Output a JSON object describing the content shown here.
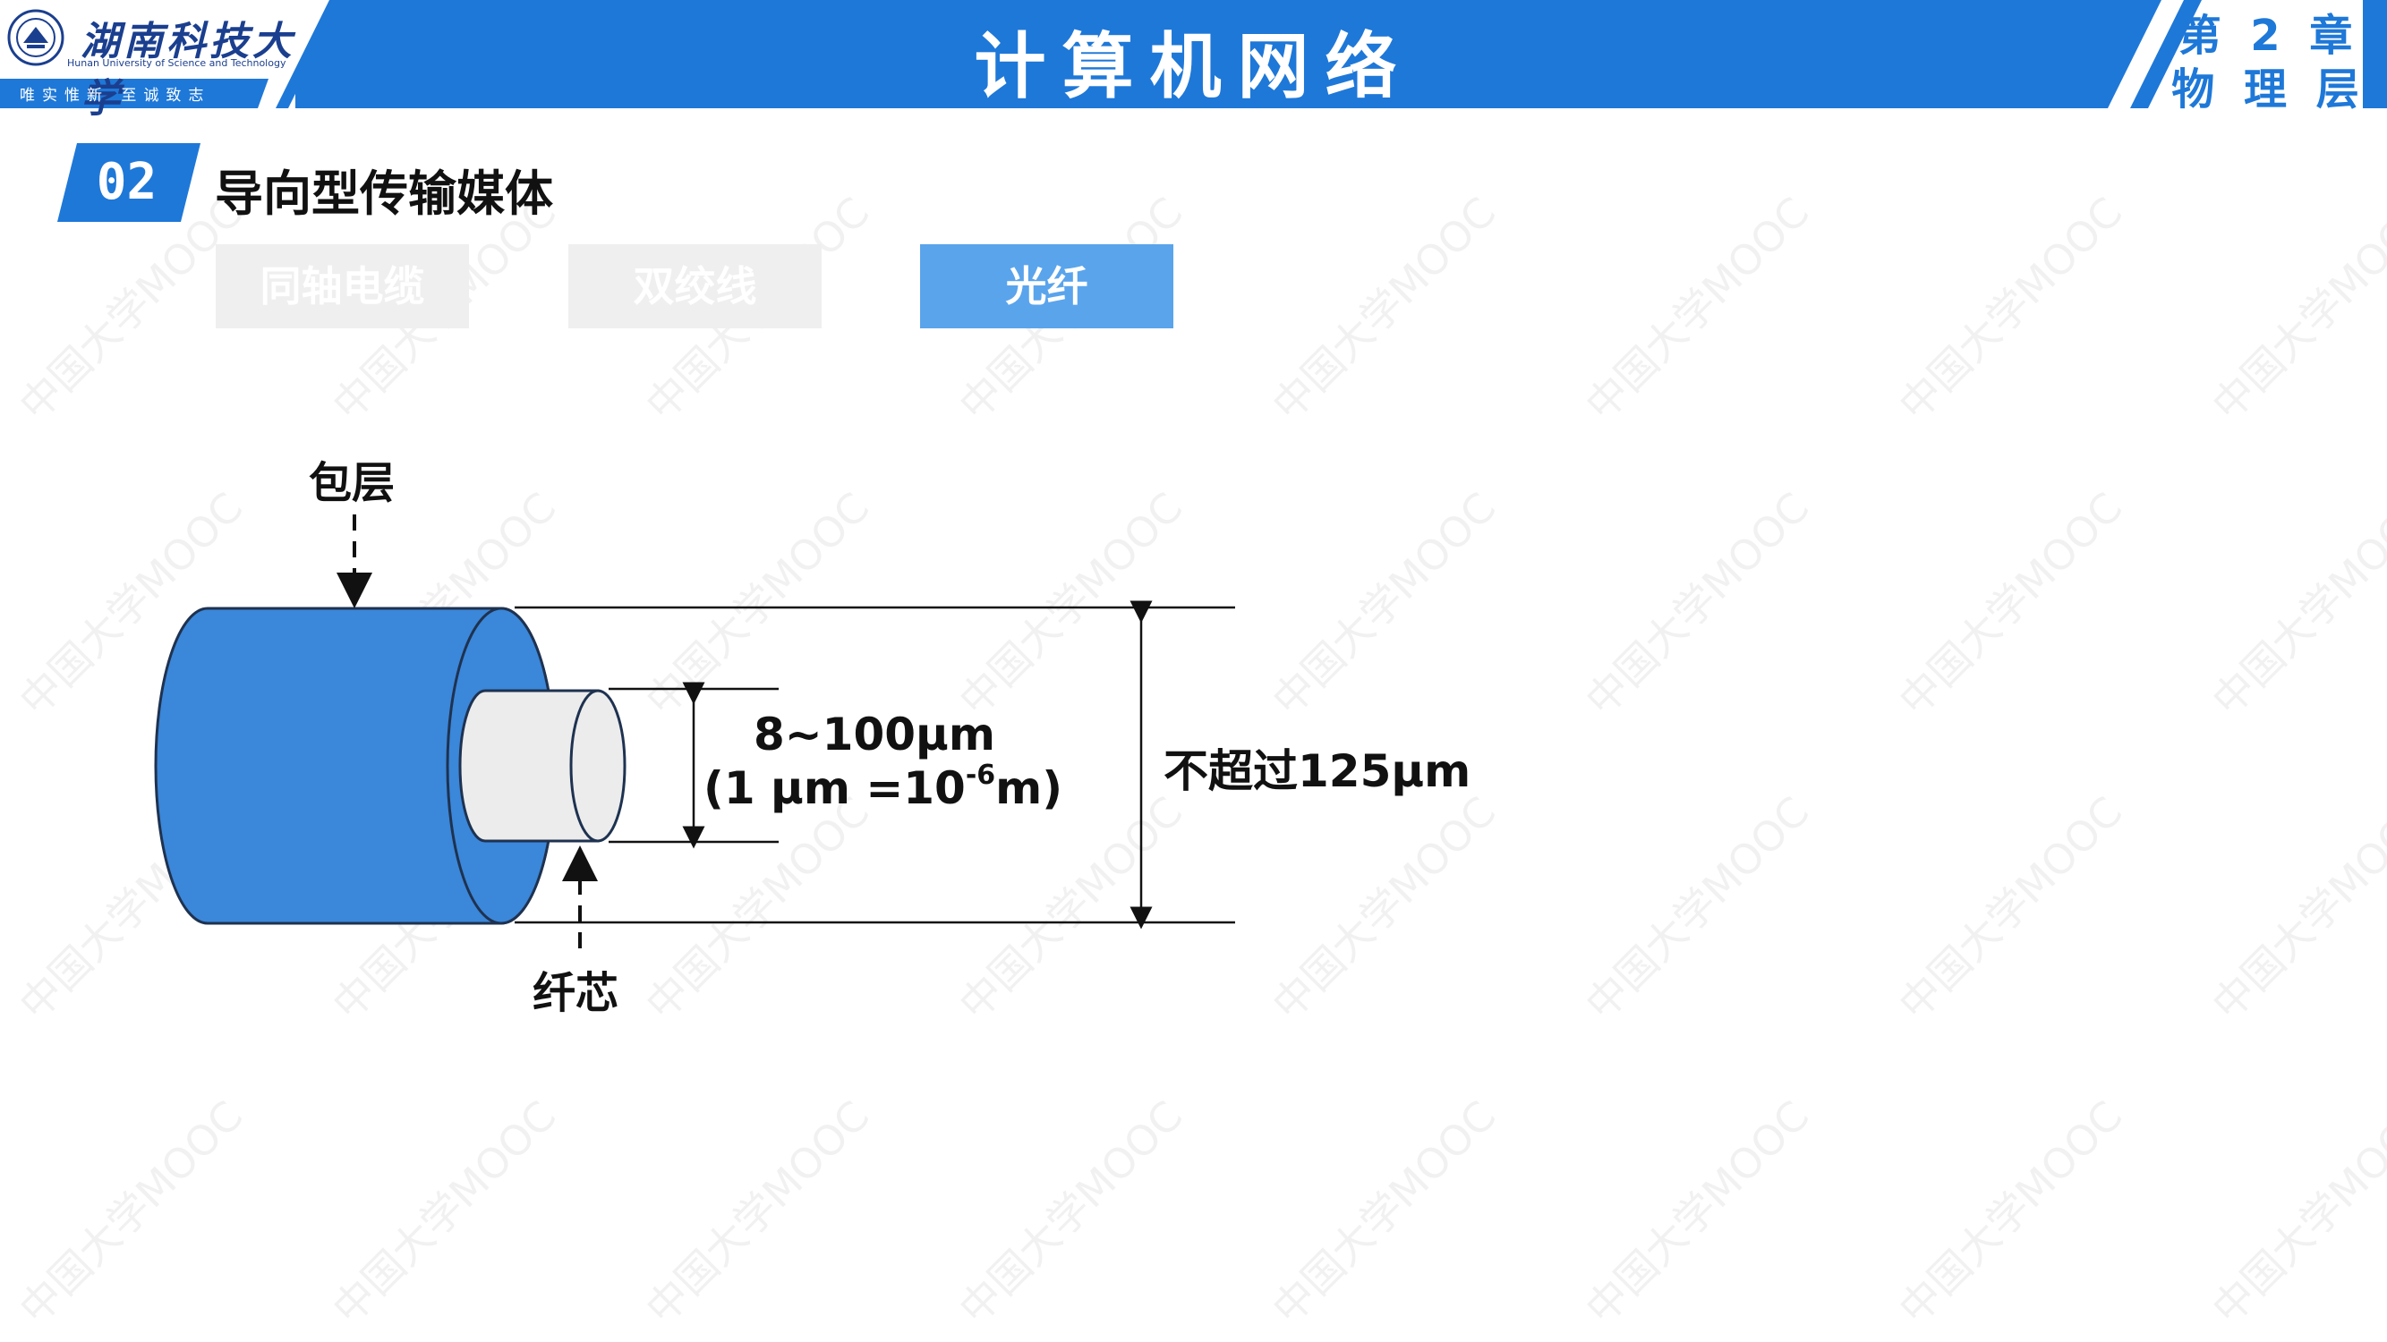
{
  "header": {
    "university_name_cn": "湖南科技大学",
    "university_name_en": "Hunan University of Science and Technology",
    "motto": "唯实惟新 至诚致志",
    "course_title": "计算机网络",
    "chapter": "第 2 章",
    "chapter_topic": "物 理 层"
  },
  "section": {
    "number": "02",
    "title": "导向型传输媒体"
  },
  "tabs": [
    {
      "label": "同轴电缆",
      "active": false
    },
    {
      "label": "双绞线",
      "active": false
    },
    {
      "label": "光纤",
      "active": true
    }
  ],
  "diagram": {
    "cladding_label": "包层",
    "core_label": "纤芯",
    "core_diameter": "8~100µm",
    "unit_note_prefix": "(1 µm =10",
    "unit_note_exp": "-6",
    "unit_note_suffix": "m)",
    "cladding_diameter": "不超过125µm"
  },
  "watermark": "中国大学MOOC",
  "colors": {
    "brand_blue": "#1e78d8",
    "active_tab": "#5aa4ec",
    "inactive_tab": "#efefef",
    "cladding_fill": "#3b87d9",
    "core_fill": "#ececec"
  }
}
